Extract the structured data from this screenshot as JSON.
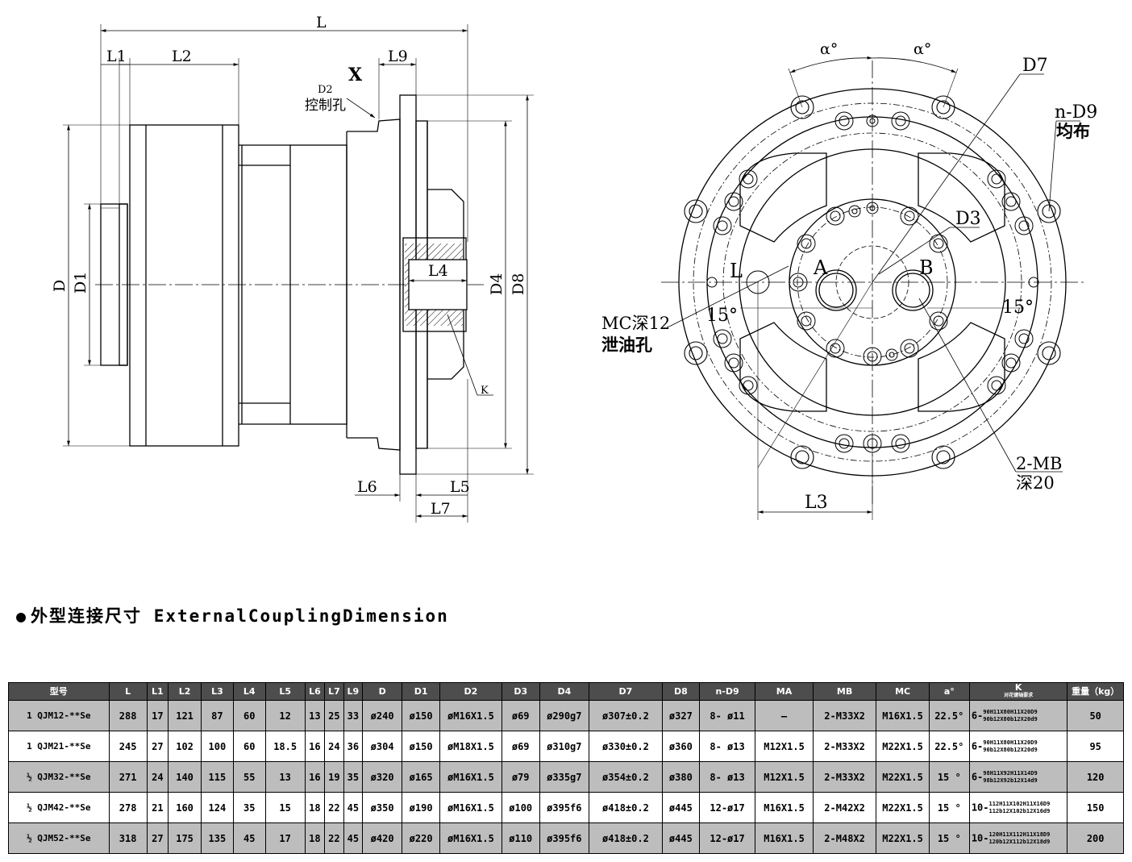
{
  "drawing": {
    "side_view": {
      "dims": {
        "L": "L",
        "L1": "L1",
        "L2": "L2",
        "L9": "L9",
        "D": "D",
        "D1": "D1",
        "D4": "D4",
        "D8": "D8",
        "L4": "L4",
        "L5": "L5",
        "L6": "L6",
        "L7": "L7",
        "K": "K",
        "X": "X"
      },
      "control_hole": {
        "code": "D2",
        "label": "控制孔"
      }
    },
    "front_view": {
      "alpha1": "α°",
      "alpha2": "α°",
      "D7": "D7",
      "nD9": "n-D9",
      "nD9_note": "均布",
      "D3": "D3",
      "port_A": "A",
      "port_B": "B",
      "L_mark": "L",
      "angle_left": "15°",
      "angle_right": "15°",
      "mc_label": "MC深12",
      "mc_note": "泄油孔",
      "mb_label": "2-MB",
      "mb_note": "深20",
      "L3": "L3"
    }
  },
  "section": {
    "bullet": "●",
    "title": "外型连接尺寸 ExternalCouplingDimension"
  },
  "table": {
    "headers": [
      "型号",
      "L",
      "L1",
      "L2",
      "L3",
      "L4",
      "L5",
      "L6",
      "L7",
      "L9",
      "D",
      "D1",
      "D2",
      "D3",
      "D4",
      "D7",
      "D8",
      "n-D9",
      "MA",
      "MB",
      "MC",
      "a°",
      "K",
      "重量（kg）"
    ],
    "k_sub": "对花键轴要求",
    "rows": [
      {
        "model": "1 QJM12-**Se",
        "L": "288",
        "L1": "17",
        "L2": "121",
        "L3": "87",
        "L4": "60",
        "L5": "12",
        "L6": "13",
        "L7": "25",
        "L9": "33",
        "D": "ø240",
        "D1": "ø150",
        "D2": "øM16X1.5",
        "D3": "ø69",
        "D4": "ø290g7",
        "D7": "ø307±0.2",
        "D8": "ø327",
        "nD9": "8- ø11",
        "MA": "—",
        "MB": "2-M33X2",
        "MC": "M16X1.5",
        "a": "22.5°",
        "K_prefix": "6-",
        "K_line1": "90H11X80H11X20D9",
        "K_line2": "90b12X80b12X20d9",
        "weight": "50"
      },
      {
        "model": "1 QJM21-**Se",
        "L": "245",
        "L1": "27",
        "L2": "102",
        "L3": "100",
        "L4": "60",
        "L5": "18.5",
        "L6": "16",
        "L7": "24",
        "L9": "36",
        "D": "ø304",
        "D1": "ø150",
        "D2": "øM18X1.5",
        "D3": "ø69",
        "D4": "ø310g7",
        "D7": "ø330±0.2",
        "D8": "ø360",
        "nD9": "8- ø13",
        "MA": "M12X1.5",
        "MB": "2-M33X2",
        "MC": "M22X1.5",
        "a": "22.5°",
        "K_prefix": "6-",
        "K_line1": "90H11X80H11X20D9",
        "K_line2": "90b12X80b12X20d9",
        "weight": "95"
      },
      {
        "model": "½ QJM32-**Se",
        "L": "271",
        "L1": "24",
        "L2": "140",
        "L3": "115",
        "L4": "55",
        "L5": "13",
        "L6": "16",
        "L7": "19",
        "L9": "35",
        "D": "ø320",
        "D1": "ø165",
        "D2": "øM16X1.5",
        "D3": "ø79",
        "D4": "ø335g7",
        "D7": "ø354±0.2",
        "D8": "ø380",
        "nD9": "8- ø13",
        "MA": "M12X1.5",
        "MB": "2-M33X2",
        "MC": "M22X1.5",
        "a": "15 °",
        "K_prefix": "6-",
        "K_line1": "98H11X92H11X14D9",
        "K_line2": "98b12X92b12X14d9",
        "weight": "120"
      },
      {
        "model": "½ QJM42-**Se",
        "L": "278",
        "L1": "21",
        "L2": "160",
        "L3": "124",
        "L4": "35",
        "L5": "15",
        "L6": "18",
        "L7": "22",
        "L9": "45",
        "D": "ø350",
        "D1": "ø190",
        "D2": "øM16X1.5",
        "D3": "ø100",
        "D4": "ø395f6",
        "D7": "ø418±0.2",
        "D8": "ø445",
        "nD9": "12-ø17",
        "MA": "M16X1.5",
        "MB": "2-M42X2",
        "MC": "M22X1.5",
        "a": "15 °",
        "K_prefix": "10-",
        "K_line1": "112H11X102H11X16D9",
        "K_line2": "112b12X102b12X16d9",
        "weight": "150"
      },
      {
        "model": "½ QJM52-**Se",
        "L": "318",
        "L1": "27",
        "L2": "175",
        "L3": "135",
        "L4": "45",
        "L5": "17",
        "L6": "18",
        "L7": "22",
        "L9": "45",
        "D": "ø420",
        "D1": "ø220",
        "D2": "øM16X1.5",
        "D3": "ø110",
        "D4": "ø395f6",
        "D7": "ø418±0.2",
        "D8": "ø445",
        "nD9": "12-ø17",
        "MA": "M16X1.5",
        "MB": "2-M48X2",
        "MC": "M22X1.5",
        "a": "15 °",
        "K_prefix": "10-",
        "K_line1": "120H11X112H11X18D9",
        "K_line2": "120b12X112b12X18d9",
        "weight": "200"
      }
    ]
  }
}
